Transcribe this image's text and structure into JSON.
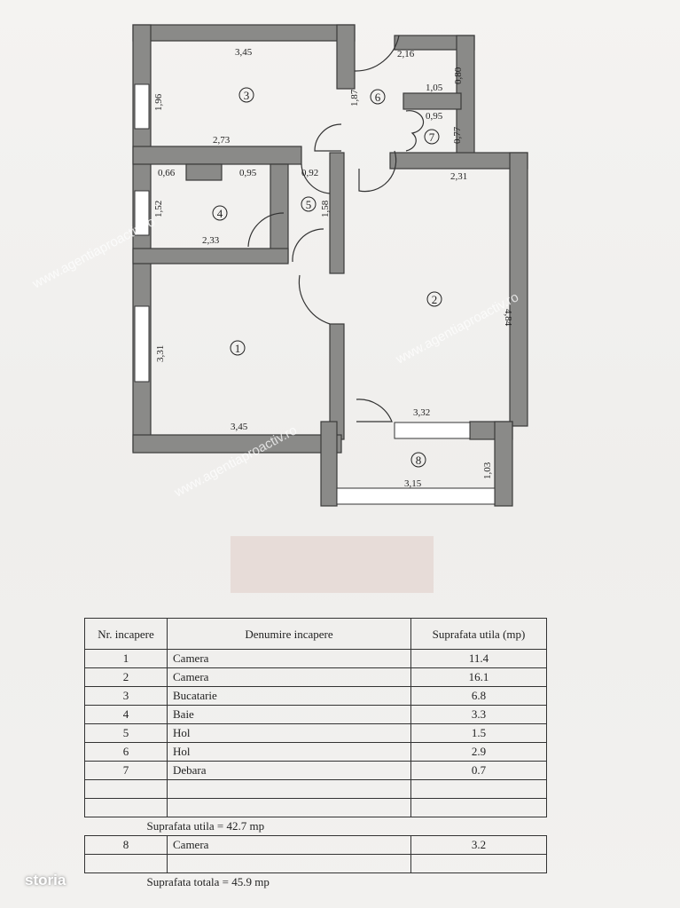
{
  "plan": {
    "rooms": [
      "1",
      "2",
      "3",
      "4",
      "5",
      "6",
      "7",
      "8"
    ],
    "dimensions": {
      "r3_top": "3,45",
      "r3_left": "1,96",
      "r3_bottom": "2,73",
      "r3_right": "1,87",
      "r4_top_a": "0,66",
      "r4_top_b": "0,95",
      "r4_left": "1,52",
      "r4_bottom": "2,33",
      "r5_top": "0,92",
      "r5_right": "1,58",
      "r6_top": "2,16",
      "r6_right": "0,80",
      "r6_mid": "1,05",
      "r7_top": "0,95",
      "r7_right": "0,77",
      "r2_top": "2,31",
      "r2_right": "4,84",
      "r2_bottom": "3,32",
      "r1_left": "3,31",
      "r1_bottom": "3,45",
      "r8_bottom": "3,15",
      "r8_right": "1,03"
    }
  },
  "watermark": "www.agentiaproactiv.ro",
  "logo": "storia",
  "table": {
    "headers": [
      "Nr. incapere",
      "Denumire incapere",
      "Suprafata utila (mp)"
    ],
    "rows": [
      {
        "nr": "1",
        "name": "Camera",
        "area": "11.4"
      },
      {
        "nr": "2",
        "name": "Camera",
        "area": "16.1"
      },
      {
        "nr": "3",
        "name": "Bucatarie",
        "area": "6.8"
      },
      {
        "nr": "4",
        "name": "Baie",
        "area": "3.3"
      },
      {
        "nr": "5",
        "name": "Hol",
        "area": "1.5"
      },
      {
        "nr": "6",
        "name": "Hol",
        "area": "2.9"
      },
      {
        "nr": "7",
        "name": "Debara",
        "area": "0.7"
      }
    ],
    "subtotal": "Suprafata utila = 42.7 mp",
    "extra_row": {
      "nr": "8",
      "name": "Camera",
      "area": "3.2"
    },
    "total": "Suprafata totala =  45.9  mp"
  }
}
